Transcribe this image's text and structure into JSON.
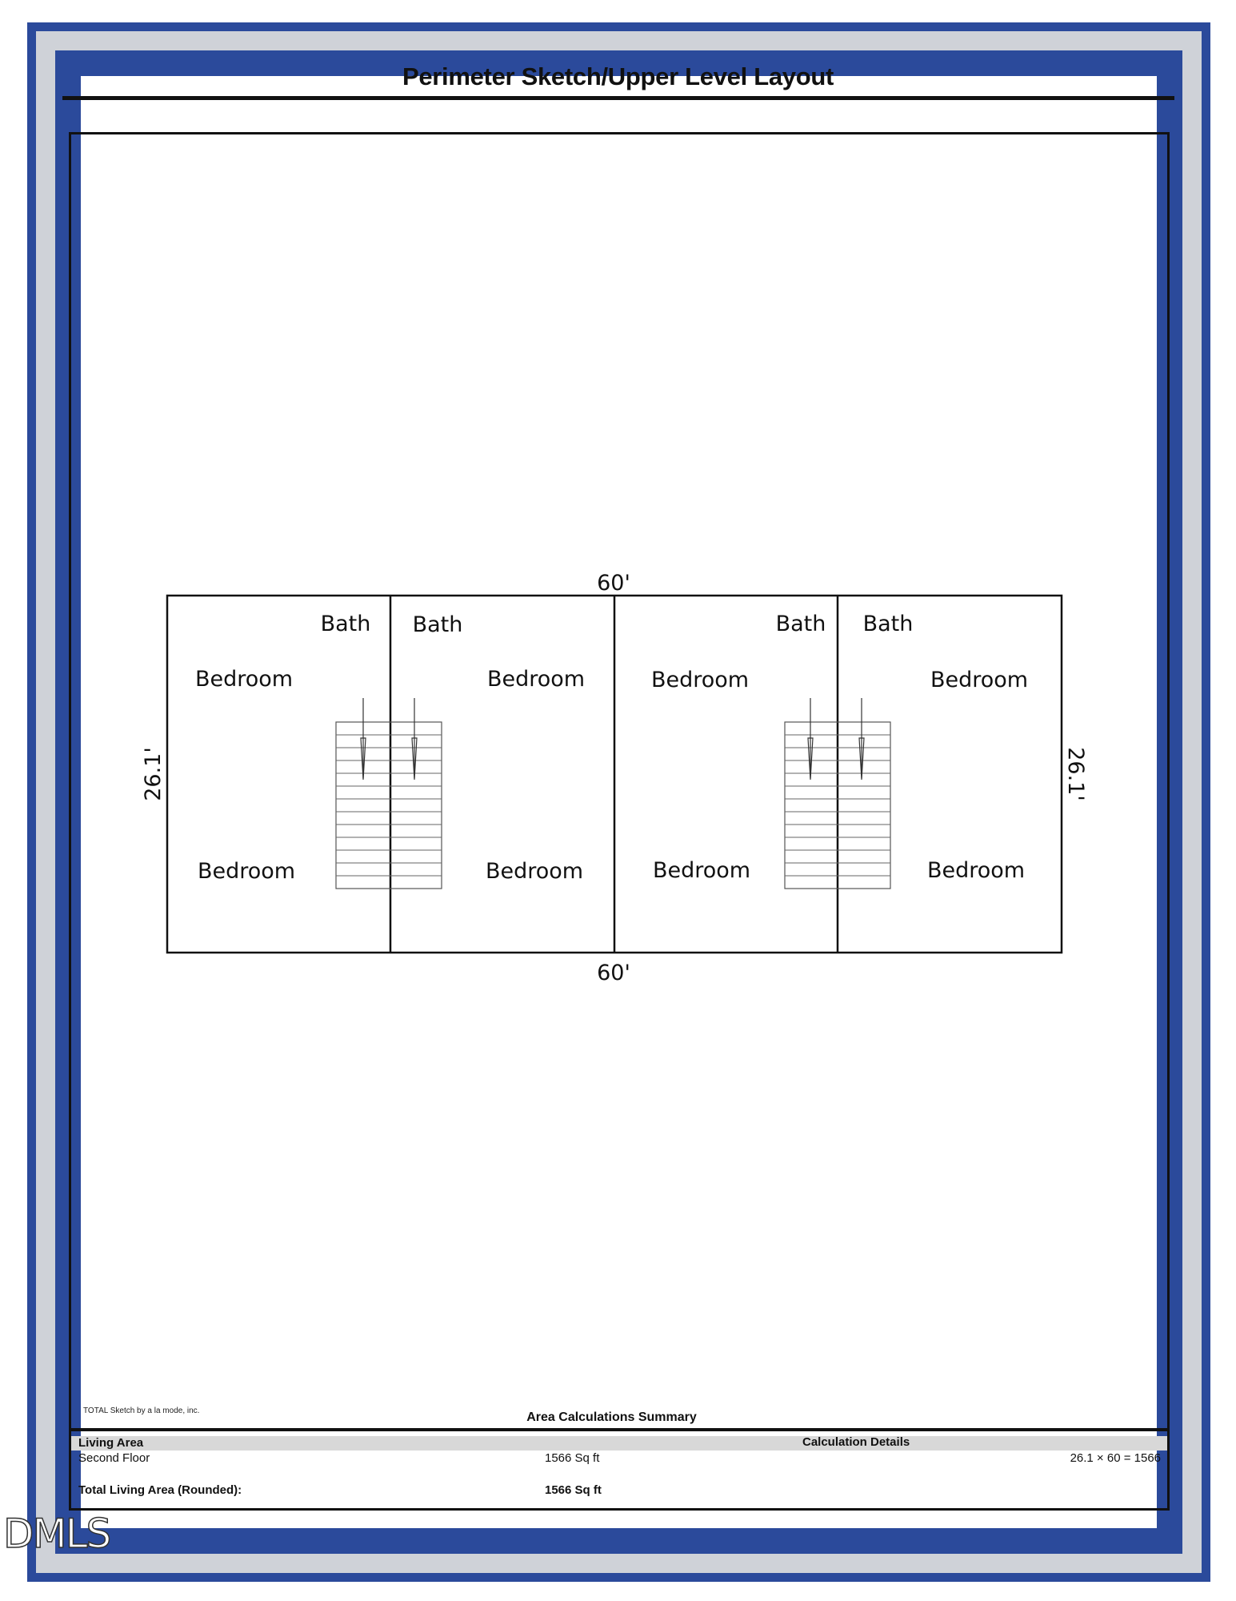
{
  "document": {
    "title": "Perimeter Sketch/Upper Level Layout",
    "software_credit": "TOTAL Sketch by a la mode, inc."
  },
  "floor_plan": {
    "top_dimension": "60'",
    "bottom_dimension": "60'",
    "left_dimension": "26.1'",
    "right_dimension": "26.1'",
    "rooms": [
      {
        "unit": 1,
        "label": "Bath"
      },
      {
        "unit": 1,
        "label": "Bedroom"
      },
      {
        "unit": 1,
        "label": "Bedroom"
      },
      {
        "unit": 2,
        "label": "Bath"
      },
      {
        "unit": 2,
        "label": "Bedroom"
      },
      {
        "unit": 2,
        "label": "Bedroom"
      },
      {
        "unit": 3,
        "label": "Bath"
      },
      {
        "unit": 3,
        "label": "Bedroom"
      },
      {
        "unit": 3,
        "label": "Bedroom"
      },
      {
        "unit": 4,
        "label": "Bath"
      },
      {
        "unit": 4,
        "label": "Bedroom"
      },
      {
        "unit": 4,
        "label": "Bedroom"
      }
    ]
  },
  "area_summary": {
    "title": "Area Calculations Summary",
    "section_label": "Living Area",
    "details_label": "Calculation Details",
    "rows": [
      {
        "name": "Second Floor",
        "area": "1566 Sq ft",
        "calculation": "26.1 × 60 = 1566"
      }
    ],
    "total_label": "Total Living Area (Rounded):",
    "total_value": "1566 Sq ft"
  },
  "watermark": "DMLS",
  "colors": {
    "frame_blue": "#2b4a9b",
    "frame_gray": "#cfd2d8",
    "ink": "#111111"
  }
}
